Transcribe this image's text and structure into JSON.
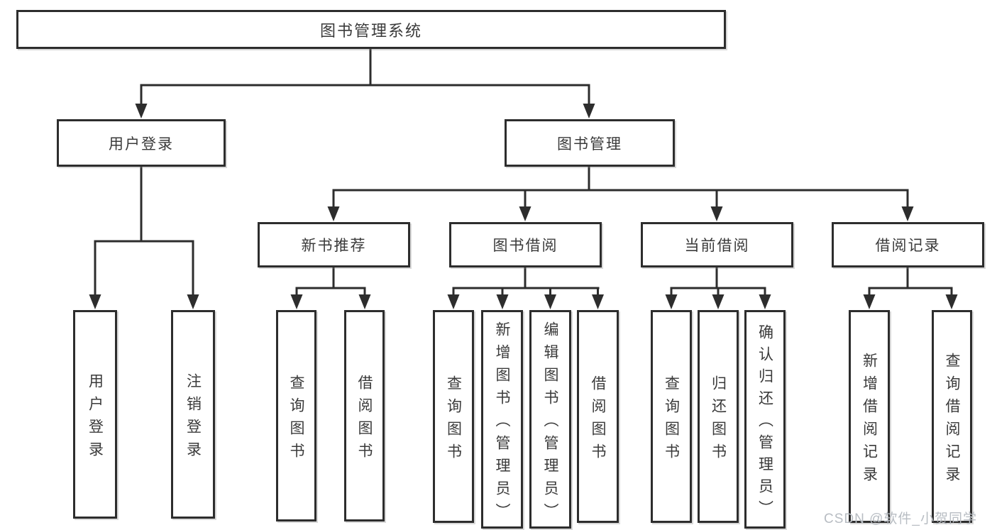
{
  "tree": {
    "root": {
      "label": "图书管理系统",
      "children": [
        {
          "label": "用户登录",
          "children": [
            {
              "label": "用户登录"
            },
            {
              "label": "注销登录"
            }
          ]
        },
        {
          "label": "图书管理",
          "children": [
            {
              "label": "新书推荐",
              "children": [
                {
                  "label": "查询图书"
                },
                {
                  "label": "借阅图书"
                }
              ]
            },
            {
              "label": "图书借阅",
              "children": [
                {
                  "label": "查询图书"
                },
                {
                  "label": "新增图书（管理员）"
                },
                {
                  "label": "编辑图书（管理员）"
                },
                {
                  "label": "借阅图书"
                }
              ]
            },
            {
              "label": "当前借阅",
              "children": [
                {
                  "label": "查询图书"
                },
                {
                  "label": "归还图书"
                },
                {
                  "label": "确认归还（管理员）"
                }
              ]
            },
            {
              "label": "借阅记录",
              "children": [
                {
                  "label": "新增借阅记录"
                },
                {
                  "label": "查询借阅记录"
                }
              ]
            }
          ]
        }
      ]
    }
  },
  "watermark": {
    "text": "CSDN @软件_小贺同学"
  },
  "colors": {
    "line": "#2d2d2d",
    "text": "#3a3a3a",
    "background": "#ffffff",
    "watermark_text": "#b8bdc3"
  }
}
